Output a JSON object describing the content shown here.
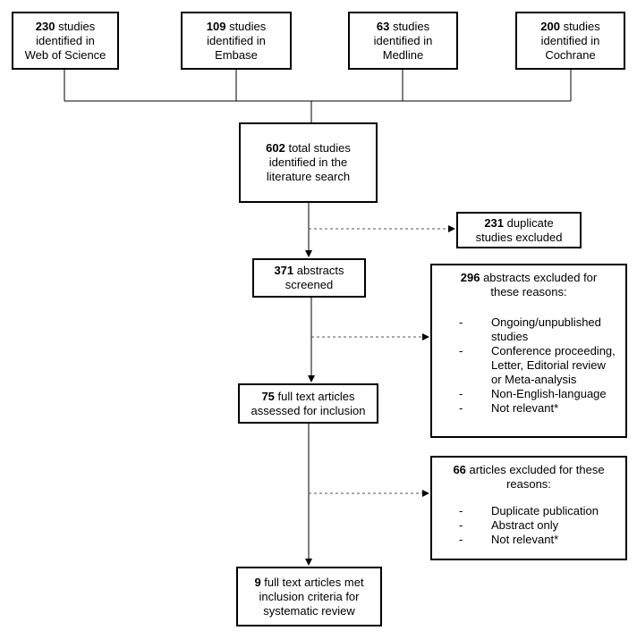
{
  "sources": [
    {
      "count": "230",
      "lines": [
        "studies",
        "identified in",
        "Web of Science"
      ]
    },
    {
      "count": "109",
      "lines": [
        "studies",
        "identified in",
        "Embase"
      ]
    },
    {
      "count": "63",
      "lines": [
        "studies",
        "identified in",
        "Medline"
      ]
    },
    {
      "count": "200",
      "lines": [
        "studies",
        "identified in",
        "Cochrane"
      ]
    }
  ],
  "total": {
    "count": "602",
    "lines": [
      "total studies",
      "identified in the",
      "literature search"
    ]
  },
  "duplicates": {
    "count": "231",
    "lines": [
      "duplicate",
      "studies excluded"
    ]
  },
  "screened": {
    "count": "371",
    "lines": [
      "abstracts",
      "screened"
    ]
  },
  "abstracts_excluded": {
    "count": "296",
    "lines": [
      "abstracts excluded for",
      "these reasons:"
    ],
    "reasons": [
      "Ongoing/unpublished studies",
      "Conference proceeding, Letter, Editorial review or Meta-analysis",
      "Non-English-language",
      "Not relevant*"
    ]
  },
  "fulltext": {
    "count": "75",
    "lines": [
      "full text articles",
      "assessed for inclusion"
    ]
  },
  "articles_excluded": {
    "count": "66",
    "lines": [
      "articles excluded for these",
      "reasons:"
    ],
    "reasons": [
      "Duplicate publication",
      "Abstract only",
      "Not relevant*"
    ]
  },
  "included": {
    "count": "9",
    "lines": [
      "full text articles met",
      "inclusion criteria for",
      "systematic review"
    ]
  }
}
